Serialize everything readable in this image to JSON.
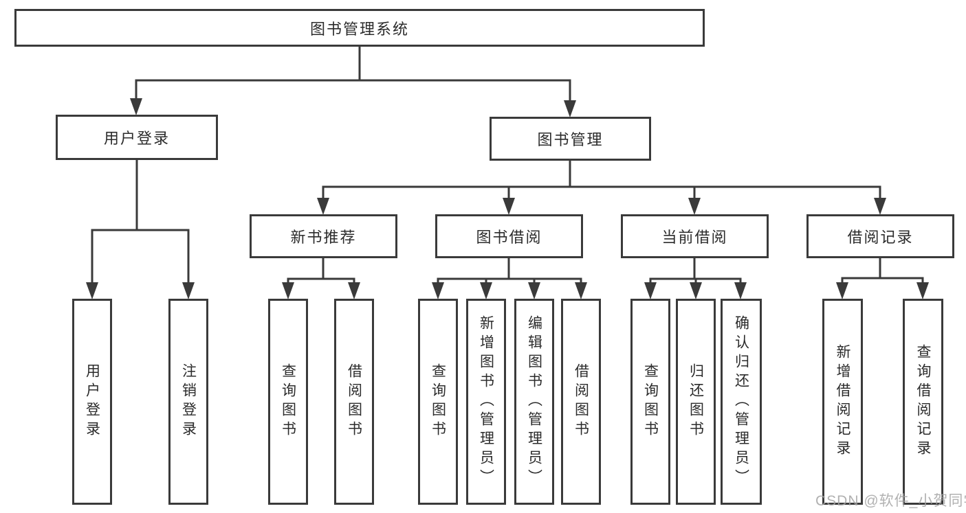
{
  "tree": {
    "label": "图书管理系统",
    "children": [
      {
        "label": "用户登录",
        "children": [
          {
            "label": "用户登录"
          },
          {
            "label": "注销登录"
          }
        ]
      },
      {
        "label": "图书管理",
        "children": [
          {
            "label": "新书推荐",
            "children": [
              {
                "label": "查询图书"
              },
              {
                "label": "借阅图书"
              }
            ]
          },
          {
            "label": "图书借阅",
            "children": [
              {
                "label": "查询图书"
              },
              {
                "label": "新增图书（管理员）"
              },
              {
                "label": "编辑图书（管理员）"
              },
              {
                "label": "借阅图书"
              }
            ]
          },
          {
            "label": "当前借阅",
            "children": [
              {
                "label": "查询图书"
              },
              {
                "label": "归还图书"
              },
              {
                "label": "确认归还（管理员）"
              }
            ]
          },
          {
            "label": "借阅记录",
            "children": [
              {
                "label": "新增借阅记录"
              },
              {
                "label": "查询借阅记录"
              }
            ]
          }
        ]
      }
    ]
  },
  "watermark": {
    "text": "CSDN @软件_小贺同学"
  },
  "colors": {
    "line": "#3a3a3a",
    "text": "#2b2b2b",
    "background": "#ffffff",
    "watermark": "#a3a3a3"
  }
}
